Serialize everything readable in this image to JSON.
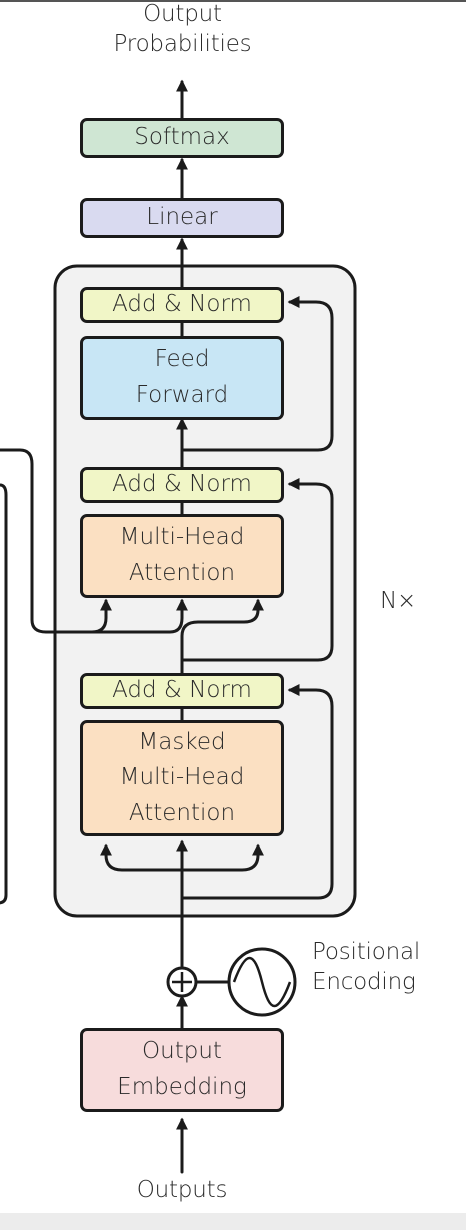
{
  "labels": {
    "output_probabilities": "Output\nProbabilities",
    "positional_encoding": "Positional\nEncoding",
    "outputs": "Outputs",
    "repeat": "N×"
  },
  "blocks": {
    "softmax": "Softmax",
    "linear": "Linear",
    "add_norm": "Add & Norm",
    "feed_forward": "Feed\nForward",
    "multi_head_attention": "Multi-Head\nAttention",
    "masked_multi_head_attention": "Masked\nMulti-Head\nAttention",
    "output_embedding": "Output\nEmbedding"
  },
  "colors": {
    "softmax": "#cfe6d3",
    "linear": "#d9daf0",
    "add_norm": "#f1f6c7",
    "feed_forward": "#c8e6f5",
    "attention": "#fbe0c2",
    "embedding": "#f7dcdc",
    "container": "#f2f2f2",
    "stroke": "#1b1b1b"
  }
}
